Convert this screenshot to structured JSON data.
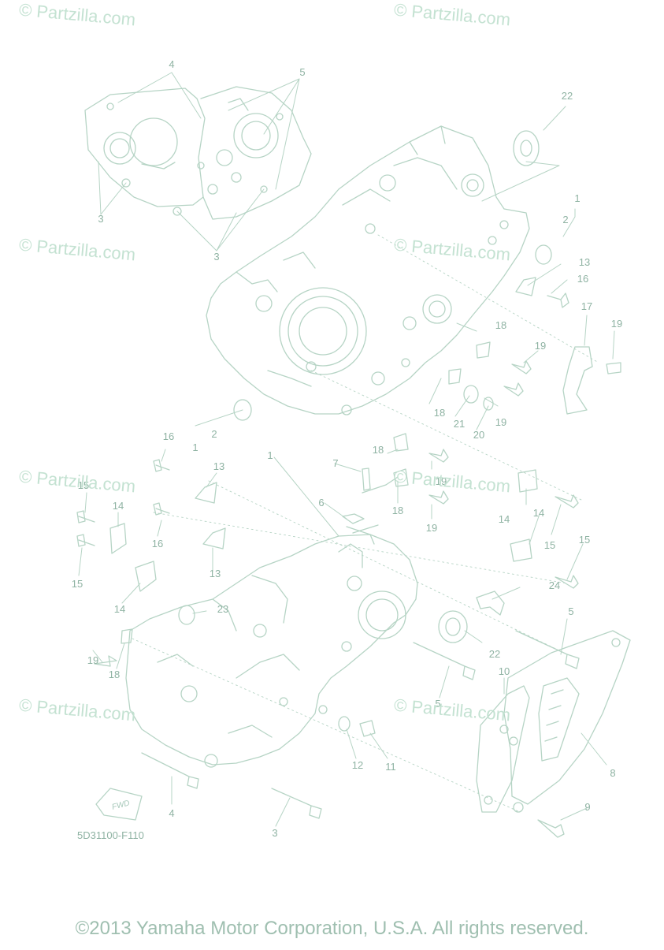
{
  "watermark": "© Partzilla.com",
  "part_ref": "5D31100-F110",
  "copyright": "©2013 Yamaha Motor Corporation, U.S.A. All rights reserved.",
  "fwd_label": "FWD",
  "callouts": {
    "c1": "1",
    "c2": "2",
    "c3": "3",
    "c4": "4",
    "c5": "5",
    "c6": "6",
    "c7": "7",
    "c8": "8",
    "c9": "9",
    "c10": "10",
    "c11": "11",
    "c12": "12",
    "c13": "13",
    "c14": "14",
    "c15": "15",
    "c16": "16",
    "c17": "17",
    "c18": "18",
    "c19": "19",
    "c20": "20",
    "c21": "21",
    "c22": "22",
    "c23": "23",
    "c24": "24"
  },
  "colors": {
    "line": "#b6d4c5",
    "text": "#8fb3a3",
    "watermark": "#c4e2d2"
  }
}
